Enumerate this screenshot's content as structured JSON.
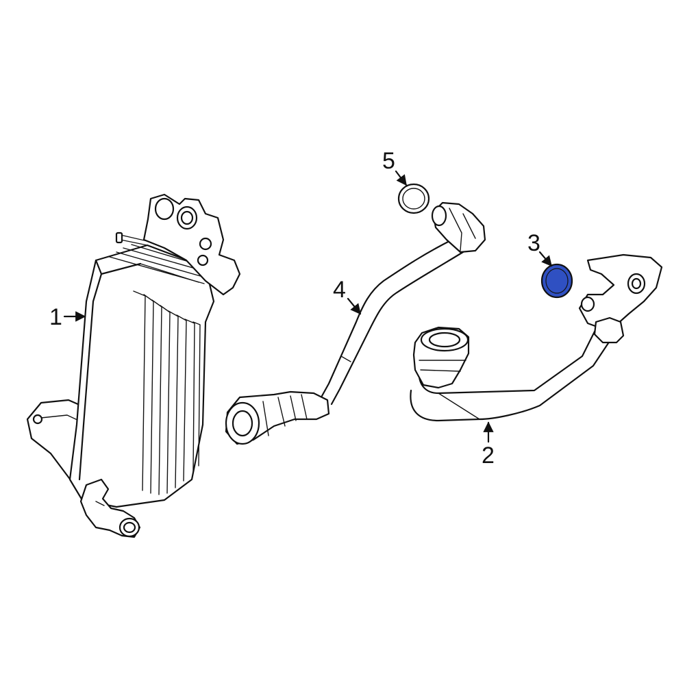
{
  "colors": {
    "line": "#111111",
    "background": "#ffffff",
    "highlight": "#2f50c2"
  },
  "callouts": [
    {
      "id": "1",
      "text": "1"
    },
    {
      "id": "2",
      "text": "2"
    },
    {
      "id": "3",
      "text": "3"
    },
    {
      "id": "4",
      "text": "4"
    },
    {
      "id": "5",
      "text": "5"
    }
  ]
}
